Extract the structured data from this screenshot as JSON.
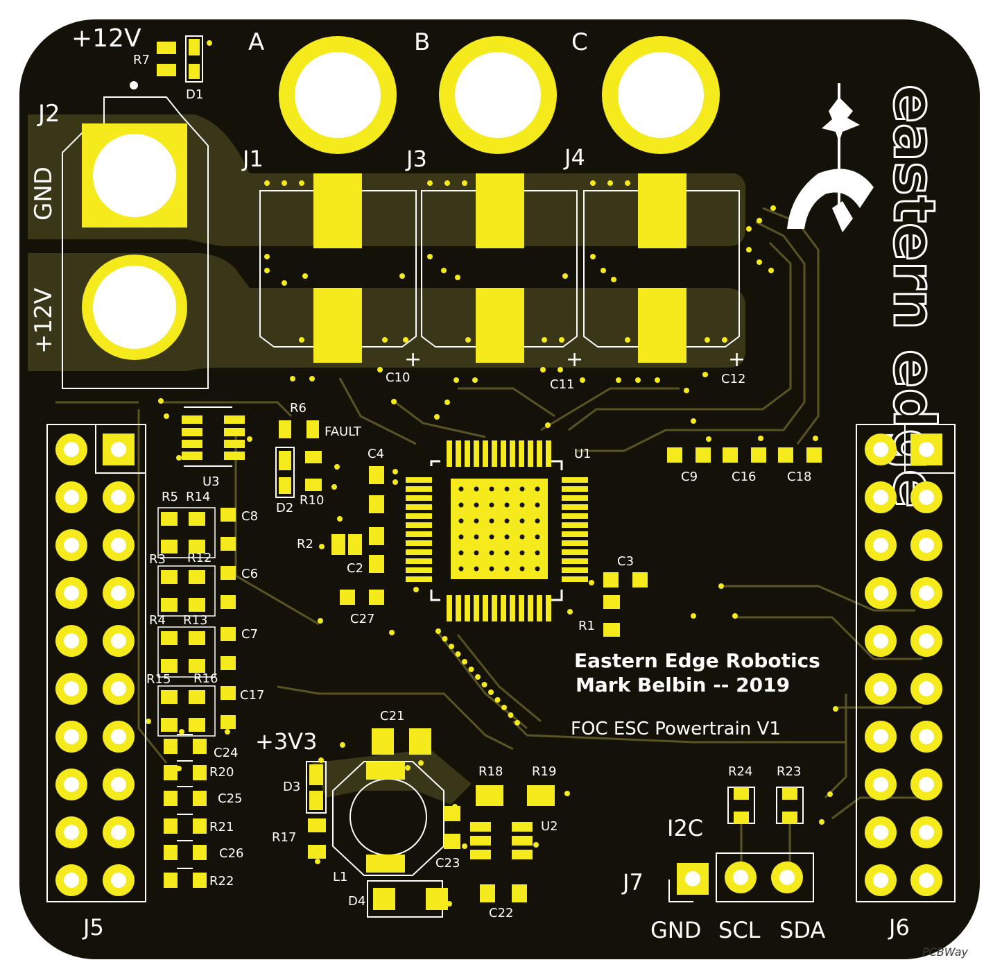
{
  "colors": {
    "board": "#141208",
    "copper_pour": "#3a3618",
    "copper": "#f5ea1c",
    "silkscreen": "#ffffff",
    "trace": "#5a5424"
  },
  "power": {
    "v12_top": "+12V",
    "gnd": "GND",
    "v12_side": "+12V",
    "v3v3": "+3V3"
  },
  "phases": [
    "A",
    "B",
    "C"
  ],
  "connectors": {
    "j1": "J1",
    "j2": "J2",
    "j3": "J3",
    "j4": "J4",
    "j5": "J5",
    "j6": "J6",
    "j7": "J7"
  },
  "i2c": {
    "title": "I2C",
    "gnd": "GND",
    "scl": "SCL",
    "sda": "SDA"
  },
  "credits": {
    "line1": "Eastern Edge Robotics",
    "line2": "Mark Belbin -- 2019",
    "line3": "FOC ESC Powertrain V1"
  },
  "logo": {
    "text": "eastern edge"
  },
  "refdes": {
    "R7": "R7",
    "D1": "D1",
    "R6": "R6",
    "FAULT": "FAULT",
    "C4": "C4",
    "U1": "U1",
    "U3": "U3",
    "D2": "D2",
    "R10": "R10",
    "R2": "R2",
    "C2": "C2",
    "C27": "C27",
    "C9": "C9",
    "C16": "C16",
    "C18": "C18",
    "C3": "C3",
    "R1": "R1",
    "C10": "C10",
    "C11": "C11",
    "C12": "C12",
    "R5": "R5",
    "R14": "R14",
    "C8": "C8",
    "R3": "R3",
    "R12": "R12",
    "C6": "C6",
    "R4": "R4",
    "R13": "R13",
    "C7": "C7",
    "R15": "R15",
    "R16": "R16",
    "C17": "C17",
    "C24": "C24",
    "R20": "R20",
    "C25": "C25",
    "R21": "R21",
    "C26": "C26",
    "R22": "R22",
    "C21": "C21",
    "D3": "D3",
    "R17": "R17",
    "L1": "L1",
    "D4": "D4",
    "R18": "R18",
    "R19": "R19",
    "U2": "U2",
    "C23": "C23",
    "C22": "C22",
    "R24": "R24",
    "R23": "R23"
  },
  "plus_marks": [
    "+",
    "+",
    "+"
  ],
  "watermark": "PCBWay"
}
